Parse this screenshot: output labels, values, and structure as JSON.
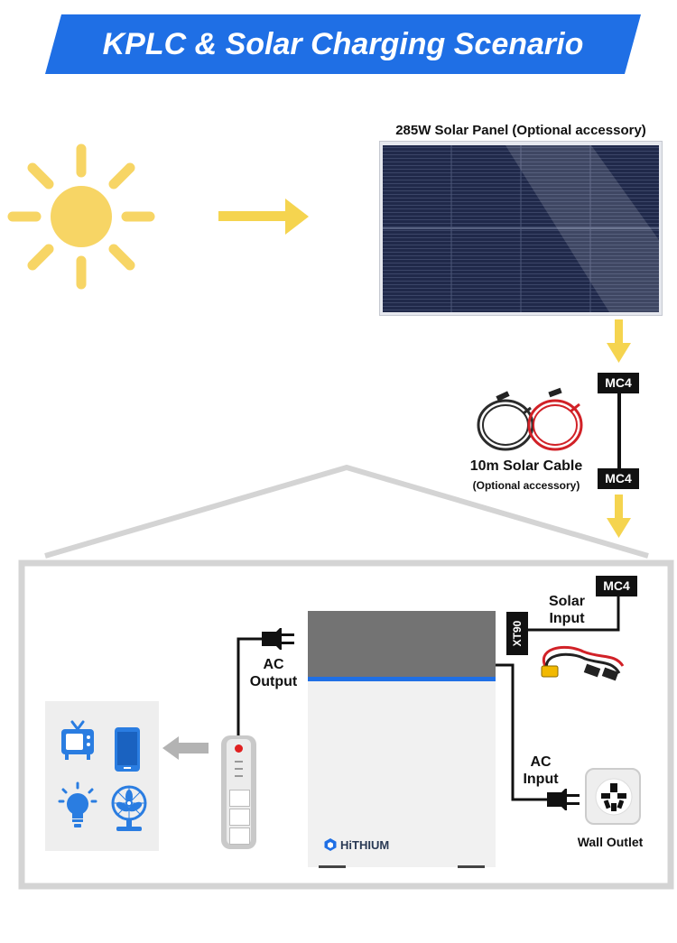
{
  "banner": {
    "title": "KPLC & Solar Charging Scenario"
  },
  "solar_panel": {
    "label": "285W Solar Panel (Optional accessory)"
  },
  "connectors": {
    "mc4_top": "MC4",
    "mc4_bottom": "MC4",
    "mc4_house": "MC4",
    "xt90": "XT90"
  },
  "solar_cable": {
    "title": "10m Solar Cable",
    "note": "(Optional accessory)"
  },
  "labels": {
    "solar_input": "Solar\nInput",
    "ac_output": "AC\nOutput",
    "ac_input": "AC\nInput",
    "wall_outlet": "Wall Outlet"
  },
  "battery": {
    "brand": "HiTHIUM"
  },
  "colors": {
    "banner_blue": "#1f6fe5",
    "sun_yellow": "#f7d565",
    "arrow_yellow": "#f5d44f",
    "device_blue": "#2a7de1",
    "battery_grey": "#737373",
    "battery_accent": "#1f6fe5"
  }
}
